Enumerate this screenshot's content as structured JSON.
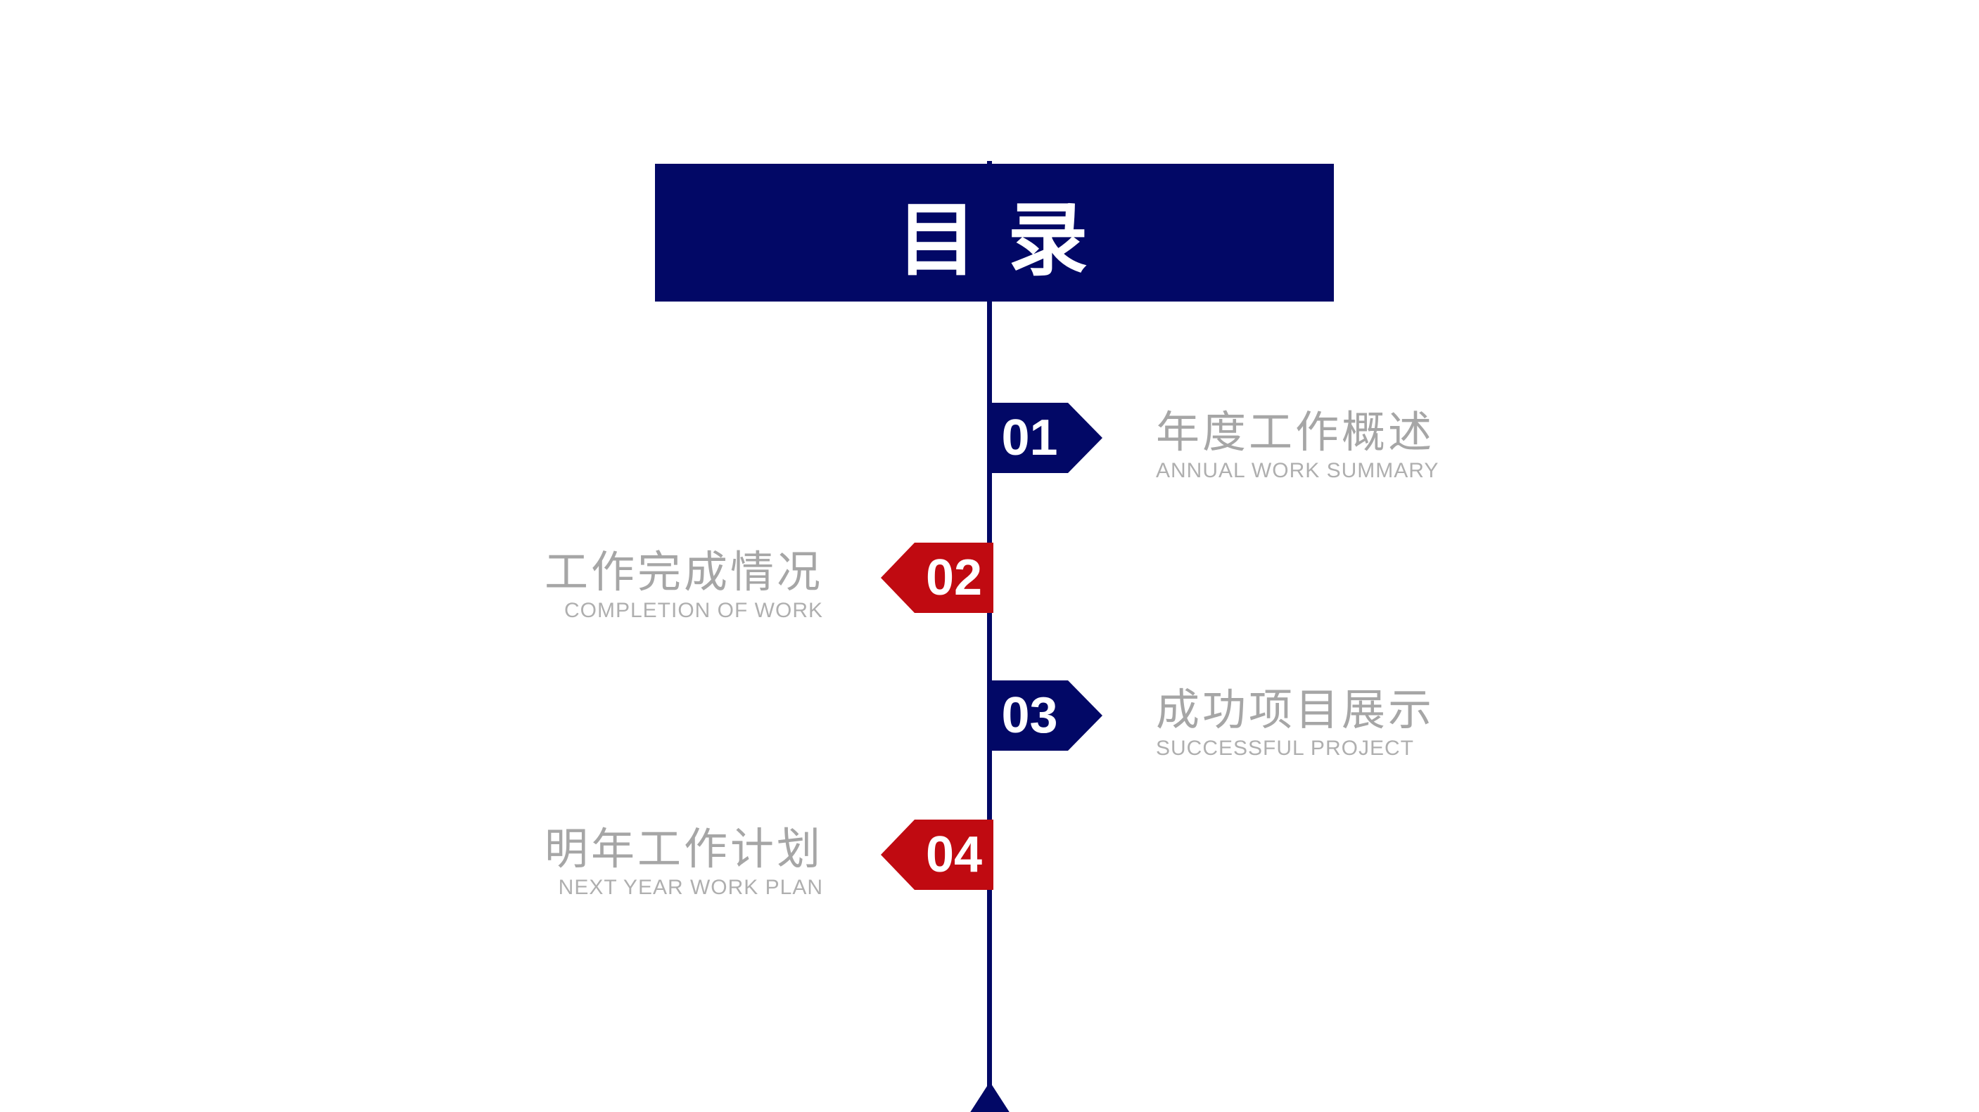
{
  "slide": {
    "title": "目 录",
    "items": [
      {
        "number": "01",
        "title": "年度工作概述",
        "subtitle": "ANNUAL WORK SUMMARY",
        "side": "right",
        "badge_color": "navy"
      },
      {
        "number": "02",
        "title": "工作完成情况",
        "subtitle": "COMPLETION OF WORK",
        "side": "left",
        "badge_color": "red"
      },
      {
        "number": "03",
        "title": "成功项目展示",
        "subtitle": "SUCCESSFUL PROJECT",
        "side": "right",
        "badge_color": "navy"
      },
      {
        "number": "04",
        "title": "明年工作计划",
        "subtitle": "NEXT YEAR WORK PLAN",
        "side": "left",
        "badge_color": "red"
      }
    ],
    "colors": {
      "navy": "#020866",
      "red": "#C00A11",
      "banner_text": "#FFFFFF",
      "item_title": "#A6A6A6",
      "item_subtitle": "#AFAFAF",
      "background": "#FFFFFF"
    }
  }
}
